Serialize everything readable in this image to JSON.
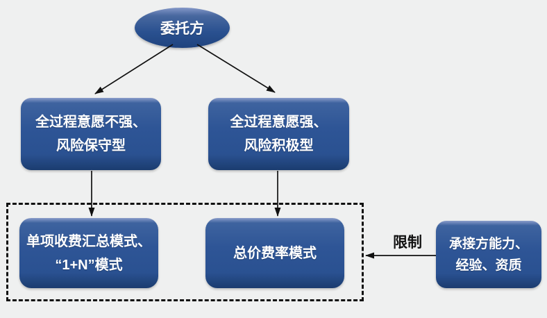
{
  "diagram": {
    "title_hint": "fee-mode decision flowchart",
    "colors": {
      "background": "#EFF0F0",
      "node_fill": "#2E5596",
      "node_fill_dark": "#1B3C6F",
      "node_highlight": "#8A9CCA",
      "node_text": "#FFFFFF",
      "arrow": "#111111",
      "dashed_frame": "#111111"
    },
    "nodes": {
      "principal": {
        "label": "委托方"
      },
      "weak": {
        "line1": "全过程意愿不强、",
        "line2": "风险保守型"
      },
      "strong": {
        "line1": "全过程意愿强、",
        "line2": "风险积极型"
      },
      "itemized": {
        "line1": "单项收费汇总模式、",
        "line2": "“1+N”模式"
      },
      "lumpsum": {
        "label": "总价费率模式"
      },
      "capability": {
        "line1": "承接方能力、",
        "line2": "经验、资质"
      }
    },
    "edge_label": "限制"
  }
}
